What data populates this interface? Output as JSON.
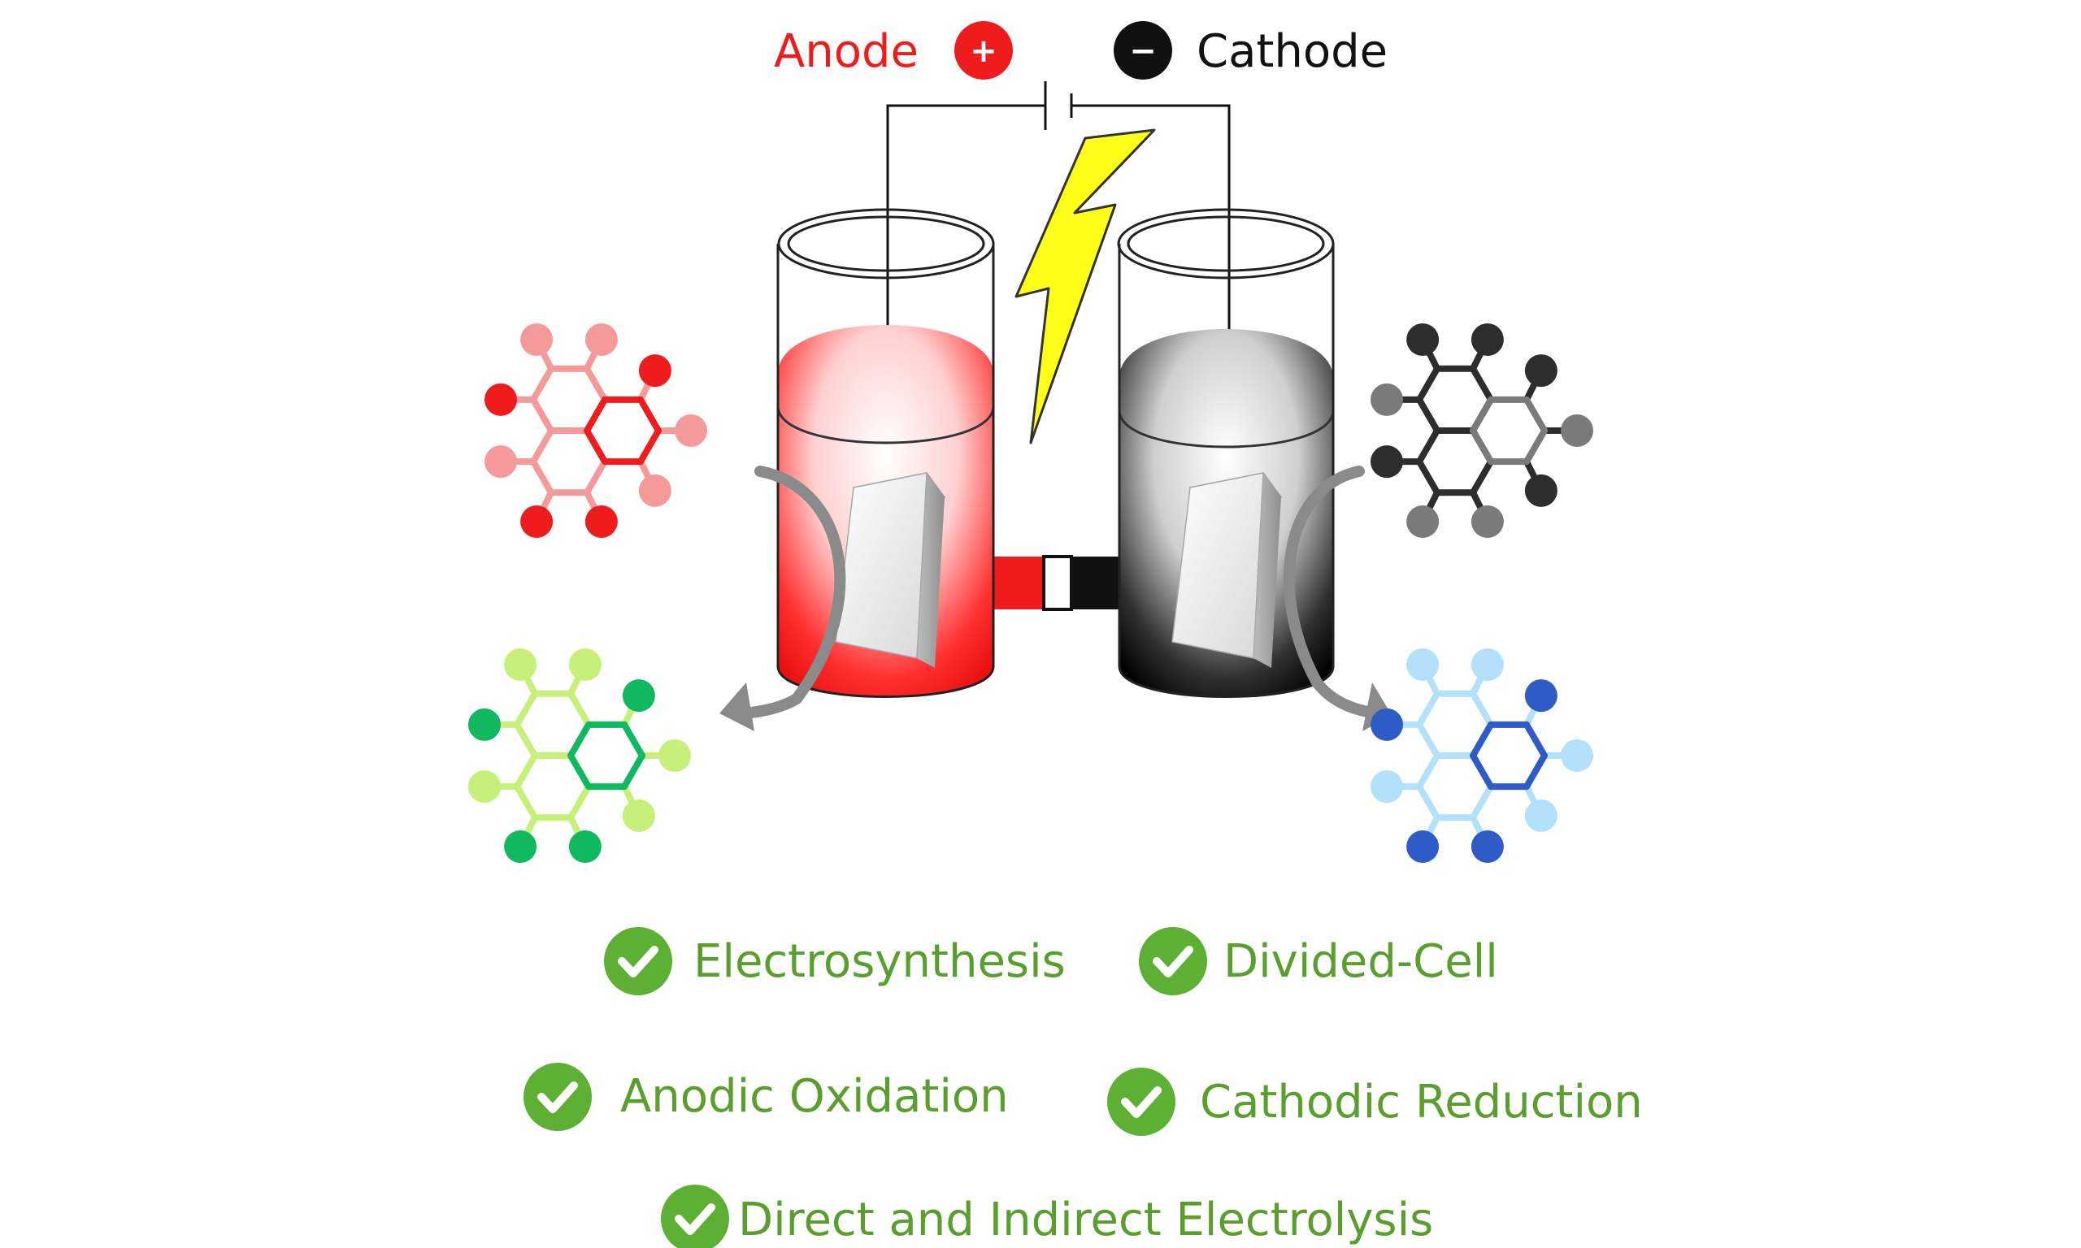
{
  "labels": {
    "anode": "Anode",
    "anode_sign": "+",
    "cathode": "Cathode",
    "cathode_sign": "−"
  },
  "features": [
    "Electrosynthesis",
    "Divided-Cell",
    "Anodic Oxidation",
    "Cathodic Reduction",
    "Direct and Indirect Electrolysis"
  ],
  "colors": {
    "anode_red": "#ee1c1c",
    "cathode_black": "#111111",
    "bolt_yellow": "#ffff1a",
    "check_green": "#5db033",
    "text_green": "#5a9e2e",
    "mol_pink": "#f59a9a",
    "mol_red": "#ee1c1c",
    "mol_lightgreen": "#c6f07a",
    "mol_green": "#10b860",
    "mol_dark": "#2d2d2d",
    "mol_gray": "#7a7a7a",
    "mol_lightblue": "#b3e0fb",
    "mol_blue": "#2f5bc6",
    "arrow_gray": "#8a8a8a"
  },
  "icons": [
    "plus-icon",
    "minus-icon",
    "lightning-bolt-icon",
    "check-icon",
    "molecule-icon",
    "curved-arrow-icon"
  ]
}
